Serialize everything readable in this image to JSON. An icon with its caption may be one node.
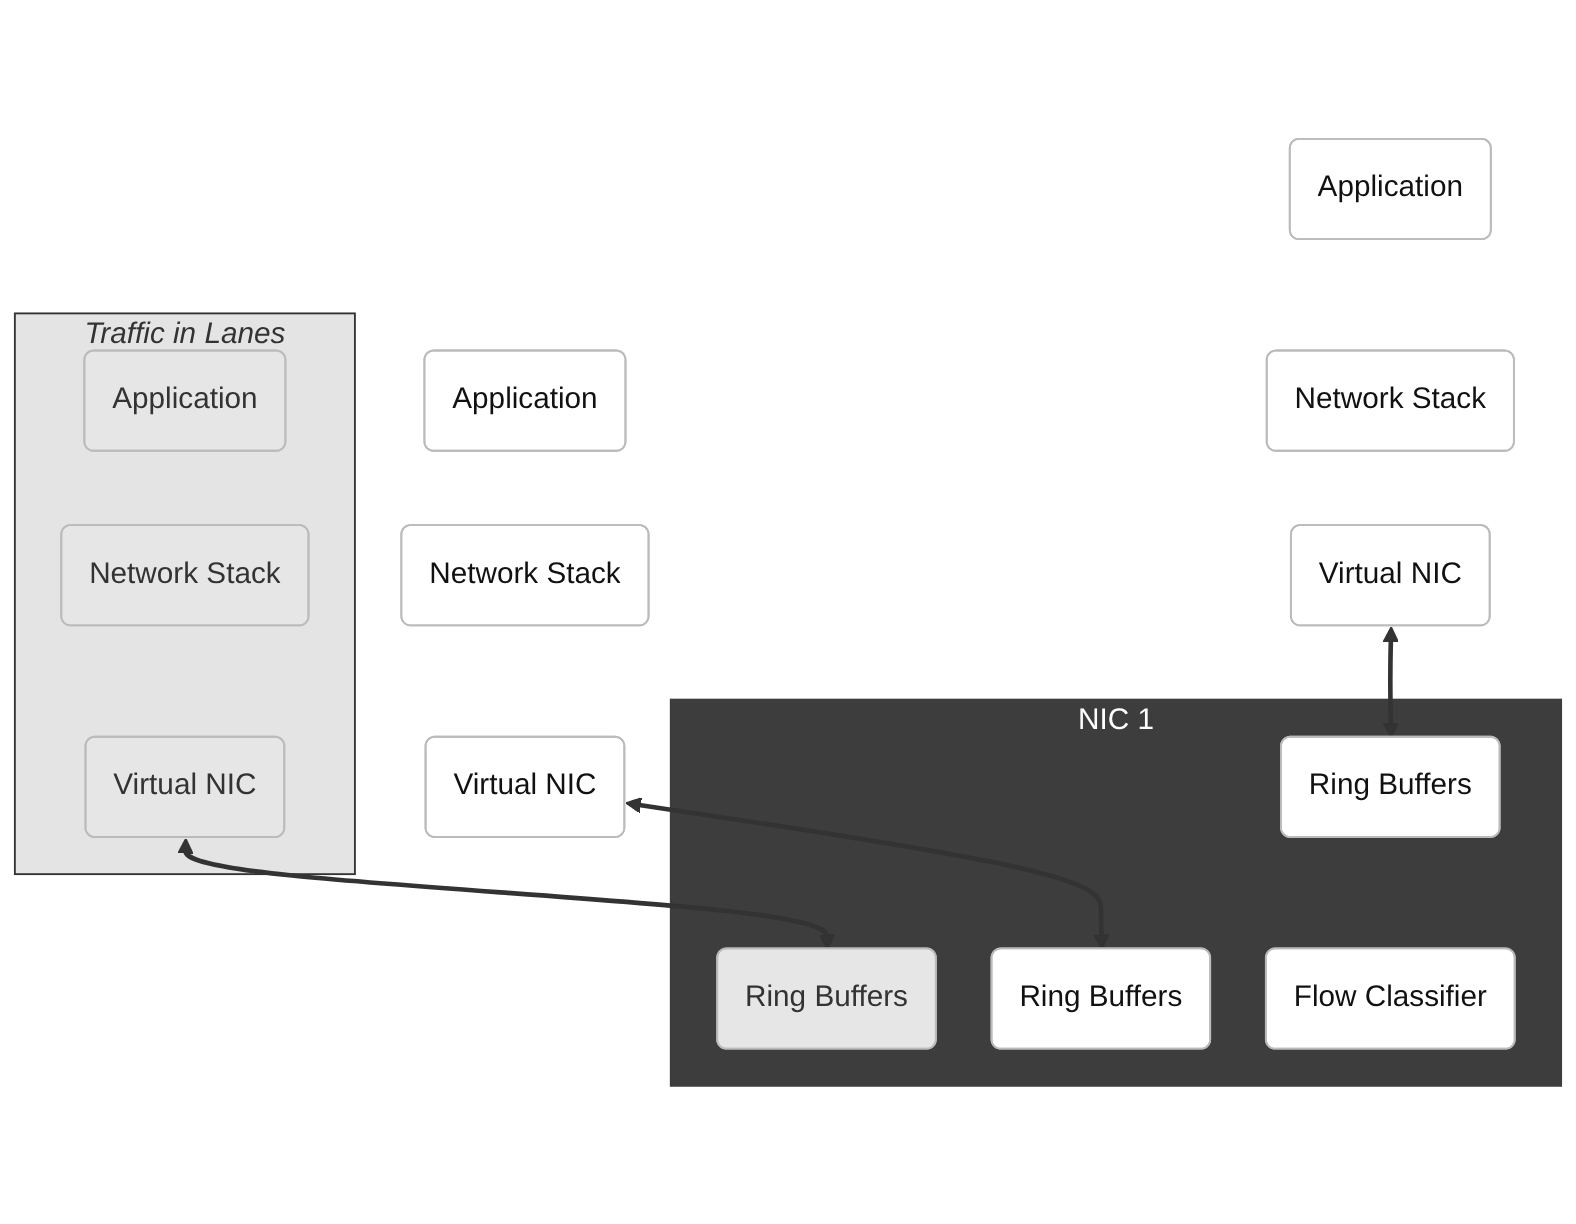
{
  "diagram": {
    "nodes": [
      {
        "text": [
          "Traffic in Lanes"
        ]
      },
      {
        "text": [
          "Application"
        ],
        "in": 0
      },
      {
        "text": [
          "Application"
        ]
      },
      {
        "text": [
          "Application"
        ]
      },
      {
        "text": [
          "Network Stack"
        ],
        "in": 0
      },
      {
        "text": [
          "Network Stack"
        ]
      },
      {
        "text": [
          "Network Stack"
        ]
      },
      {
        "text": [
          "Virtual NIC"
        ],
        "in": 0
      },
      {
        "text": [
          "Virtual NIC"
        ]
      },
      {
        "text": [
          "Virtual NIC"
        ]
      },
      {
        "text": [
          "NIC 1"
        ]
      },
      {
        "text": [
          "Ring Buffers"
        ],
        "in": 10
      },
      {
        "text": [
          "Ring Buffers"
        ],
        "in": 10
      },
      {
        "text": [
          "Ring Buffers"
        ],
        "in": 10
      },
      {
        "text": [
          "Flow Classifier"
        ],
        "in": 10
      }
    ],
    "edges": [
      {
        "from": 7,
        "to": 11,
        "arrow": "both"
      },
      {
        "from": 8,
        "to": 12,
        "arrow": "both"
      },
      {
        "from": 9,
        "to": 13,
        "arrow": "both"
      }
    ]
  }
}
